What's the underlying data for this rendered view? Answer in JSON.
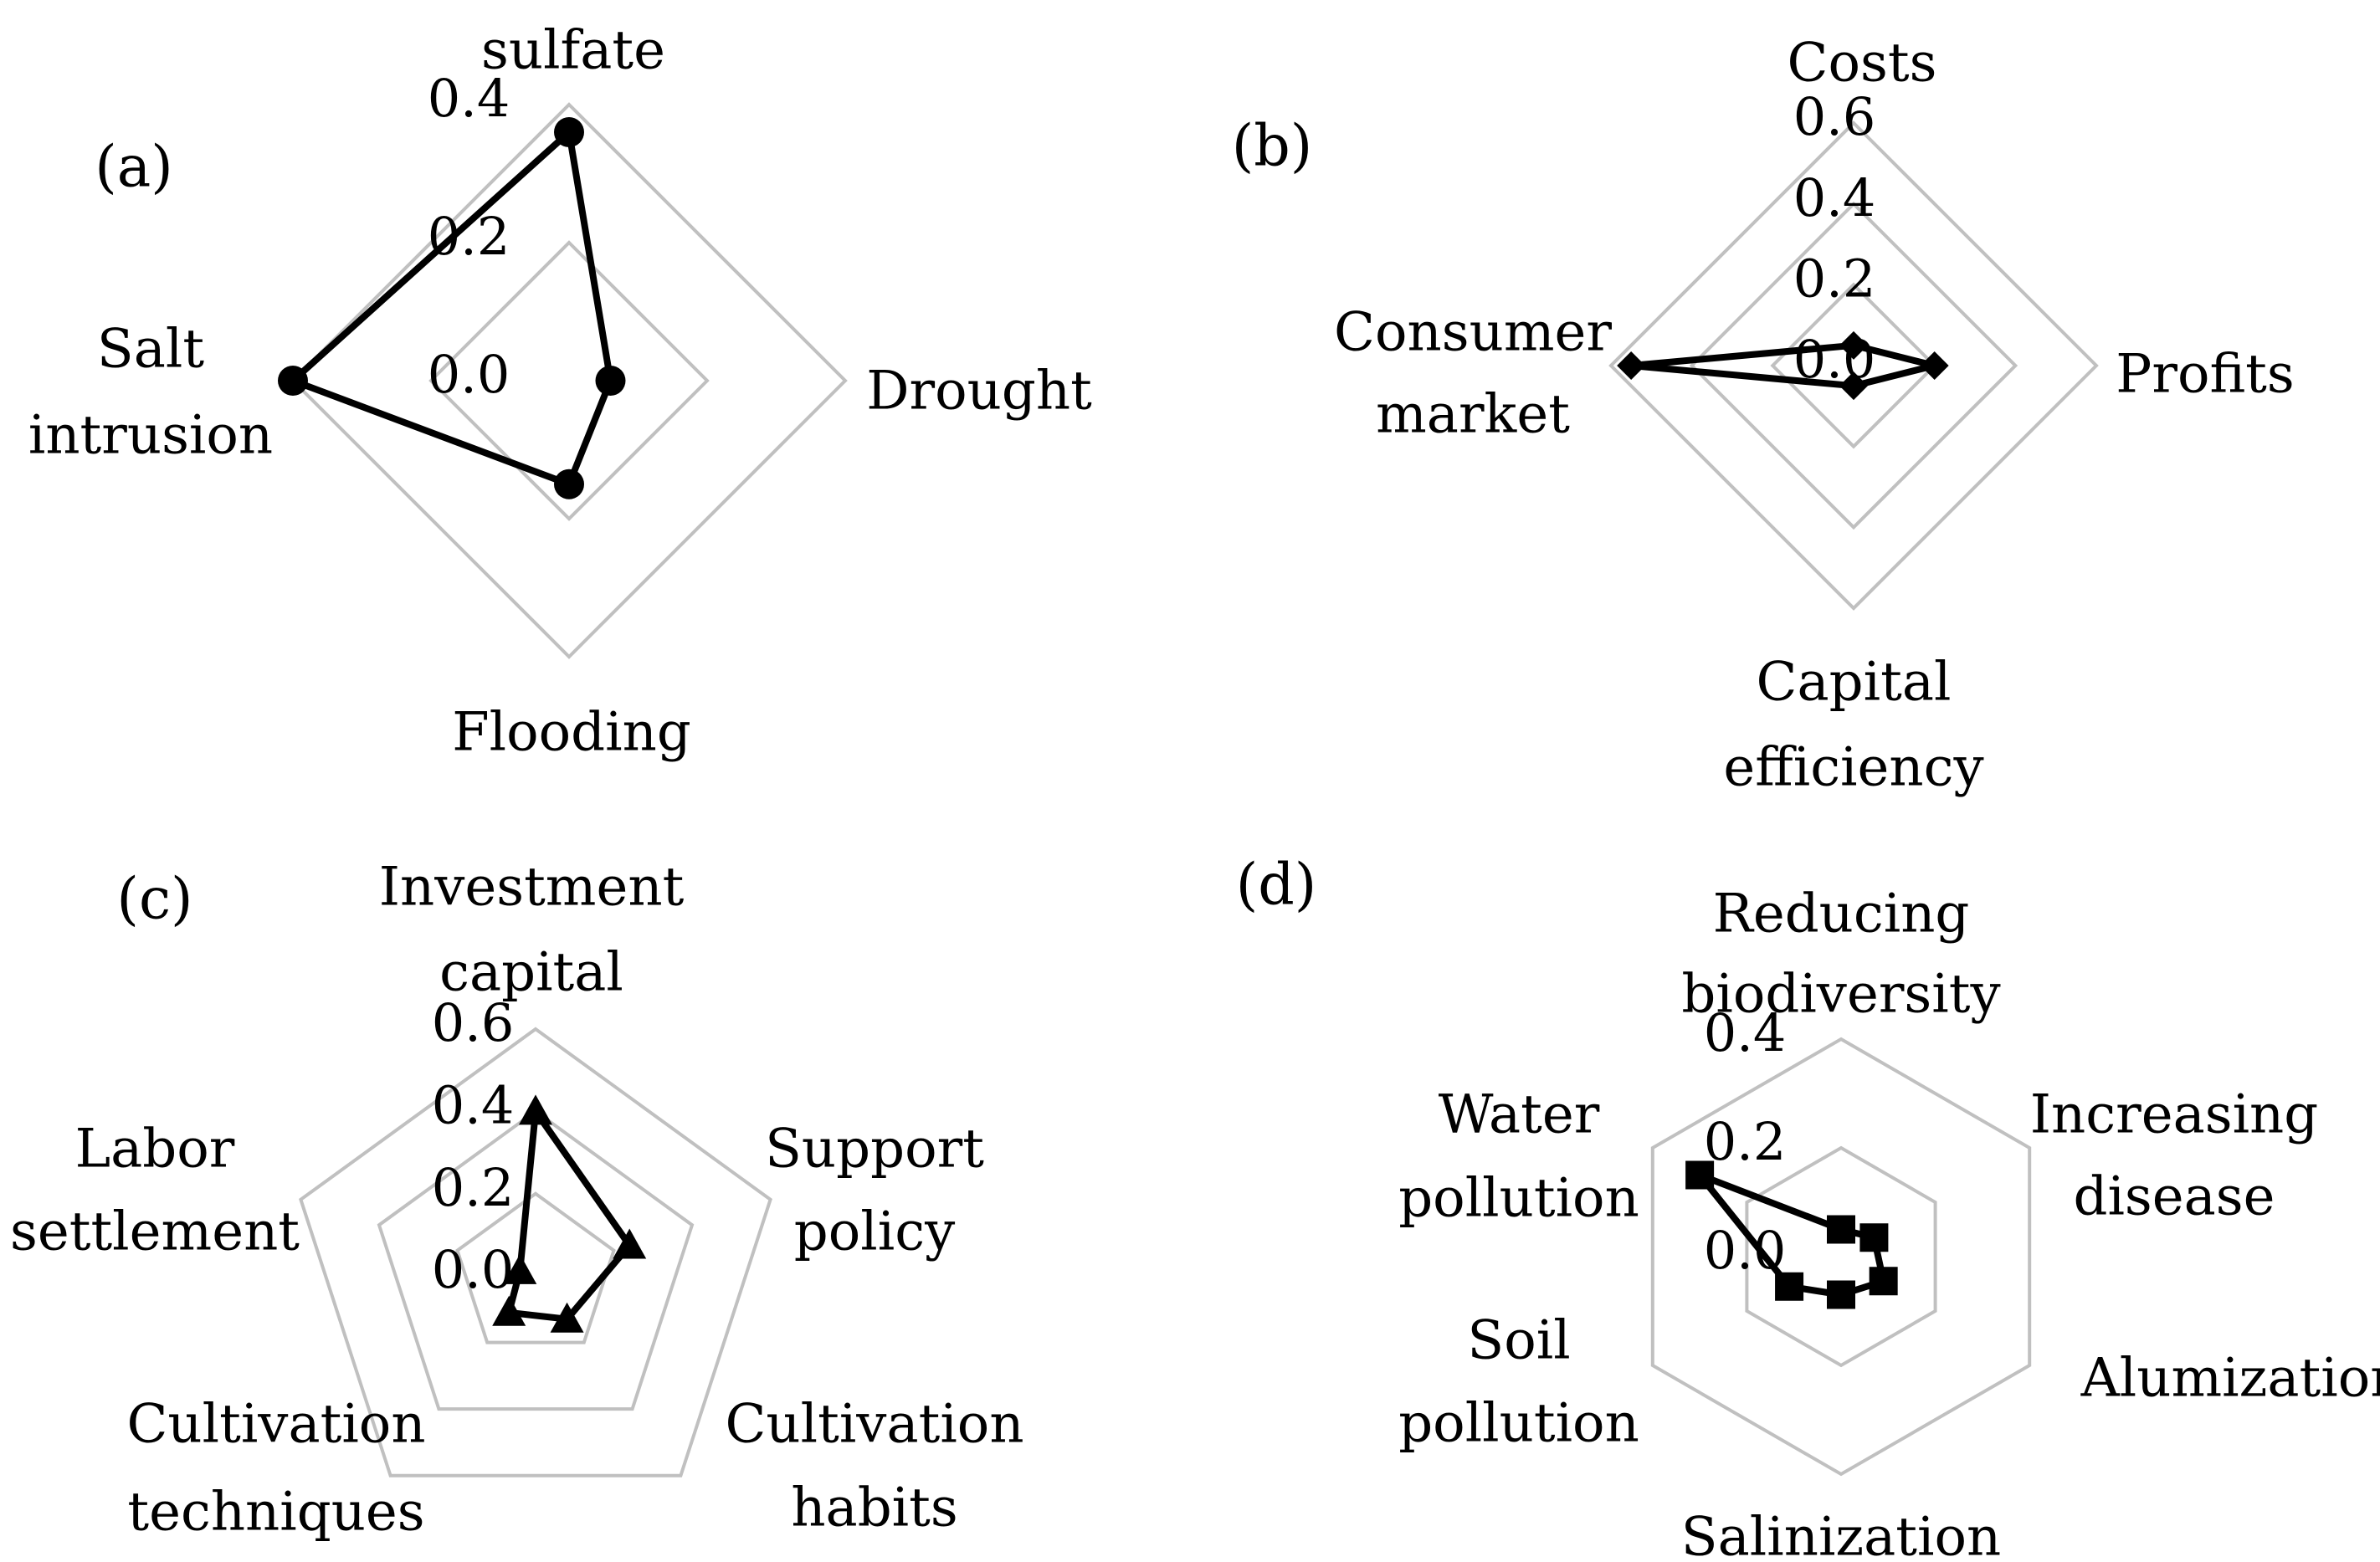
{
  "chart_data": [
    {
      "type": "radar",
      "panel_label": "(a)",
      "axes": [
        [
          "sulfate"
        ],
        [
          "Drought"
        ],
        [
          "Flooding"
        ],
        [
          "Salt",
          "intrusion"
        ]
      ],
      "ticks": [
        "0.0",
        "0.2",
        "0.4"
      ],
      "rmin": 0,
      "rmax": 0.4,
      "grid_step": 0.2,
      "series": [
        {
          "values": [
            0.36,
            0.06,
            0.15,
            0.4
          ],
          "marker": "circle"
        }
      ]
    },
    {
      "type": "radar",
      "panel_label": "(b)",
      "axes": [
        [
          "Costs"
        ],
        [
          "Profits"
        ],
        [
          "Capital",
          "efficiency"
        ],
        [
          "Consumer",
          "market"
        ]
      ],
      "ticks": [
        "0.0",
        "0.2",
        "0.4",
        "0.6"
      ],
      "rmin": 0,
      "rmax": 0.6,
      "grid_step": 0.2,
      "series": [
        {
          "values": [
            0.05,
            0.2,
            0.05,
            0.55
          ],
          "marker": "diamond"
        }
      ]
    },
    {
      "type": "radar",
      "panel_label": "(c)",
      "axes": [
        [
          "Investment",
          "capital"
        ],
        [
          "Support",
          "policy"
        ],
        [
          "Cultivation",
          "habits"
        ],
        [
          "Cultivation",
          "techniques"
        ],
        [
          "Labor",
          "settlement"
        ]
      ],
      "ticks": [
        "0.0",
        "0.2",
        "0.4",
        "0.6"
      ],
      "rmin": 0,
      "rmax": 0.6,
      "grid_step": 0.2,
      "series": [
        {
          "values": [
            0.4,
            0.24,
            0.13,
            0.11,
            0.04
          ],
          "marker": "triangle"
        }
      ]
    },
    {
      "type": "radar",
      "panel_label": "(d)",
      "axes": [
        [
          "Reducing",
          "biodiversity"
        ],
        [
          "Increasing",
          "disease"
        ],
        [
          "Alumization"
        ],
        [
          "Salinization"
        ],
        [
          "Soil",
          "pollution"
        ],
        [
          "Water",
          "pollution"
        ]
      ],
      "ticks": [
        "0.0",
        "0.2",
        "0.4"
      ],
      "rmin": 0,
      "rmax": 0.4,
      "grid_step": 0.2,
      "series": [
        {
          "values": [
            0.05,
            0.07,
            0.09,
            0.07,
            0.11,
            0.3
          ],
          "marker": "square"
        }
      ]
    }
  ]
}
